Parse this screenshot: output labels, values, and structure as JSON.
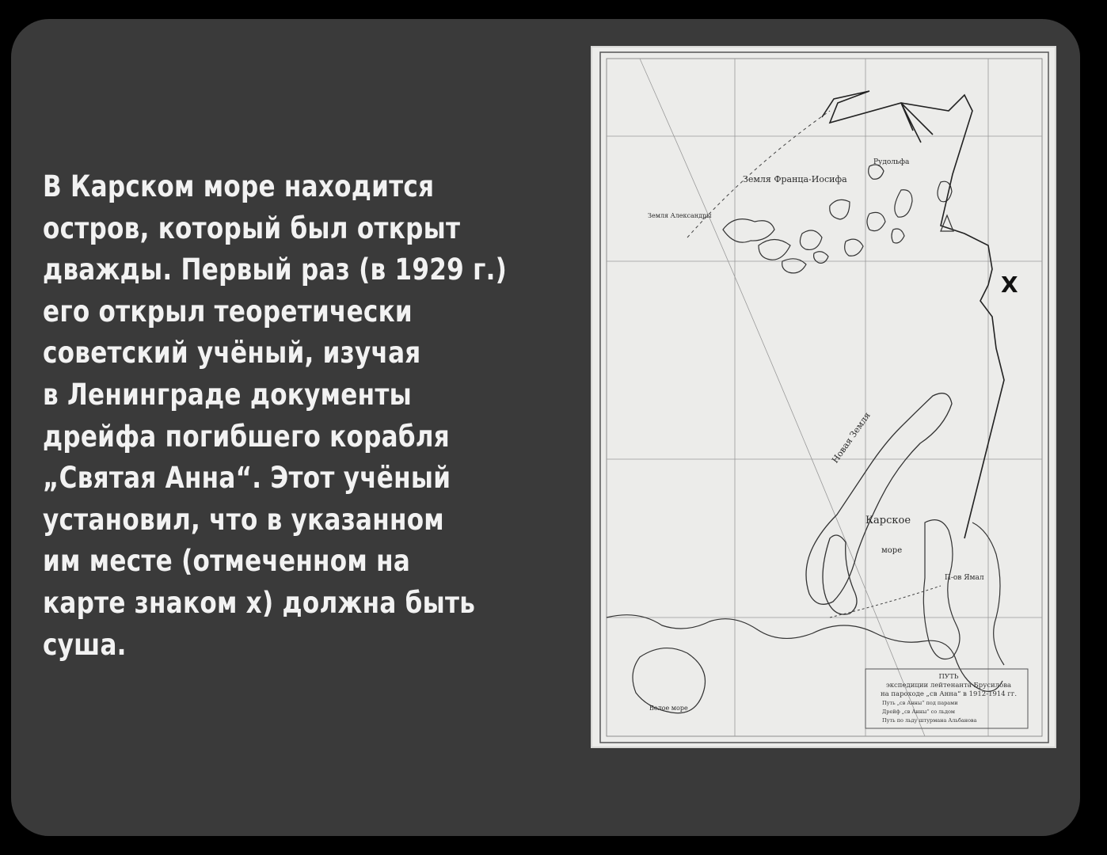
{
  "caption": {
    "lines": [
      "В Карском море находится",
      "остров, который был открыт",
      "дважды. Первый раз (в 1929 г.)",
      "его открыл теоретически",
      "советский учёный, изучая",
      "в Ленинграде документы",
      "дрейфа погибшего корабля",
      "„Святая Анна“. Этот учёный",
      "установил, что в указанном",
      "им месте (отмеченном на",
      "карте знаком х) должна быть",
      "суша."
    ]
  },
  "map": {
    "labels": {
      "franz_josef": "Земля Франца-Иосифа",
      "alexandra": "Земля Александры",
      "rudolf": "Рудольфа",
      "kara_sea": "Карское",
      "more": "море",
      "novaya_zemlya": "Новая Земля",
      "yamal": "П-ов Ямал",
      "beloe_more": "Белое море"
    },
    "x_mark": "Х",
    "legend": {
      "title": "ПУТЬ",
      "line1": "экспедиции лейтенанта Брусилова",
      "line2": "на пароходе „св Анна“ в 1912-1914 гг.",
      "items": [
        "Путь „св Анны“ под парами",
        "Дрейф „св Анны“ со льдом",
        "Путь по льду штурмана Альбанова"
      ]
    }
  },
  "colors": {
    "background": "#000000",
    "frame": "#3a3a3a",
    "text": "#f2f2f2",
    "map_paper": "#ececea",
    "map_ink": "#2a2a2a"
  }
}
